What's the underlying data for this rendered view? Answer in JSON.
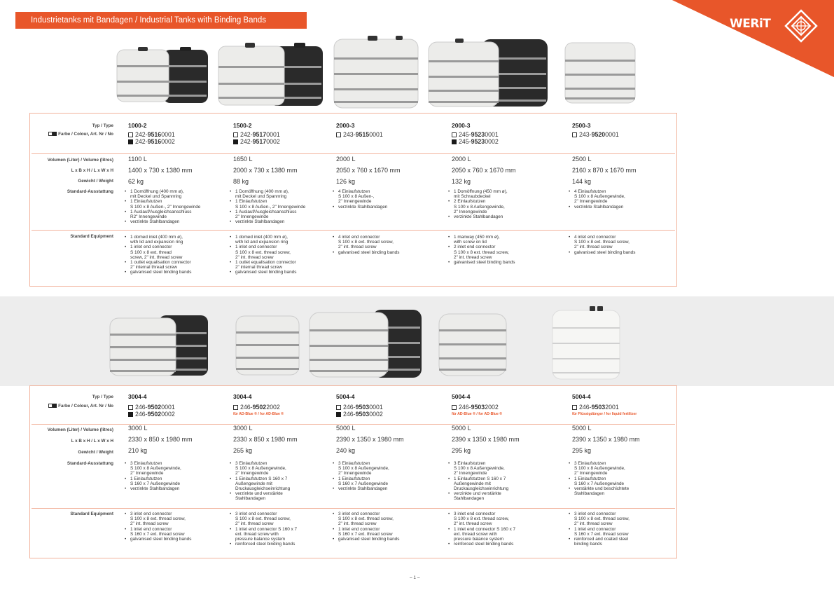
{
  "header": {
    "title": "Industrietanks mit Bandagen / Industrial Tanks with Binding Bands",
    "logo_text": "WERiT",
    "logo_icon": "werit-diamond-icon",
    "colors": {
      "accent": "#e8562a",
      "tank_white": "#ececea",
      "tank_black": "#2a2a2a"
    }
  },
  "labels": {
    "typ": "Typ / Type",
    "farbe": "Farbe / Colour,  Art. Nr / No",
    "volumen": "Volumen (Liter) / Volume (litres)",
    "lbh": "L x B x H / L x W x H",
    "gewicht": "Gewicht / Weight",
    "ausstattung": "Standard-Ausstattung",
    "equipment": "Standard Equipment"
  },
  "section1": [
    {
      "typ": "1000-2",
      "art": [
        {
          "color": "white",
          "pre": "242-",
          "bold": "9516",
          "post": "0001"
        },
        {
          "color": "black",
          "pre": "242-",
          "bold": "9516",
          "post": "0002"
        }
      ],
      "note": "",
      "volume": "1100 L",
      "dims": "1400 x 730 x 1380 mm",
      "weight": "62 kg",
      "ausstattung": [
        {
          "t": "1 Domöffnung (400 mm ø),",
          "b": true
        },
        {
          "t": "mit Deckel und Spannring",
          "b": false
        },
        {
          "t": "1 Einlaufstutzen",
          "b": true
        },
        {
          "t": "S 100 x 8 Außen-, 2\" Innengewinde",
          "b": false
        },
        {
          "t": "1 Auslauf/Ausgleichsanschluss",
          "b": true
        },
        {
          "t": "R2\" Innengewinde",
          "b": false
        },
        {
          "t": "verzinkte Stahlbandagen",
          "b": true
        }
      ],
      "equipment": [
        {
          "t": "1 domed inlet (400 mm ø),",
          "b": true
        },
        {
          "t": "with lid and expansion ring",
          "b": false
        },
        {
          "t": "1 inlet end connector",
          "b": true
        },
        {
          "t": "S 100 x 8 ext. thread",
          "b": false
        },
        {
          "t": "screw,  2\" int. thread screw",
          "b": false
        },
        {
          "t": "1 outlet equalisation connector",
          "b": true
        },
        {
          "t": "2\" internal thread screw",
          "b": false
        },
        {
          "t": "galvanised steel binding bands",
          "b": true
        }
      ]
    },
    {
      "typ": "1500-2",
      "art": [
        {
          "color": "white",
          "pre": "242-",
          "bold": "9517",
          "post": "0001"
        },
        {
          "color": "black",
          "pre": "242-",
          "bold": "9517",
          "post": "0002"
        }
      ],
      "note": "",
      "volume": "1650 L",
      "dims": "2000 x 730 x 1380 mm",
      "weight": "88 kg",
      "ausstattung": [
        {
          "t": "1 Domöffnung (400 mm ø),",
          "b": true
        },
        {
          "t": "mit Deckel und Spannring",
          "b": false
        },
        {
          "t": "1 Einlaufstutzen",
          "b": true
        },
        {
          "t": "S 100 x 8 Außen-, 2\" Innengewinde",
          "b": false
        },
        {
          "t": "1 Auslauf/Ausgleichsanschluss",
          "b": true
        },
        {
          "t": "2\" Innengewinde",
          "b": false
        },
        {
          "t": "verzinkte Stahlbandagen",
          "b": true
        }
      ],
      "equipment": [
        {
          "t": "1 domed inlet (400 mm ø),",
          "b": true
        },
        {
          "t": "with lid and expansion ring",
          "b": false
        },
        {
          "t": "1 inlet end connector",
          "b": true
        },
        {
          "t": "S 100 x 8 ext. thread screw,",
          "b": false
        },
        {
          "t": "2\" int. thread screw",
          "b": false
        },
        {
          "t": "1 outlet equalisation connector",
          "b": true
        },
        {
          "t": "2\" internal thread screw",
          "b": false
        },
        {
          "t": "galvanised steel binding bands",
          "b": true
        }
      ]
    },
    {
      "typ": "2000-3",
      "art": [
        {
          "color": "white",
          "pre": "243-",
          "bold": "9515",
          "post": "0001"
        }
      ],
      "note": "",
      "volume": "2000 L",
      "dims": "2050 x 760 x 1670 mm",
      "weight": "126 kg",
      "ausstattung": [
        {
          "t": "4 Einlaufstutzen",
          "b": true
        },
        {
          "t": "S 100 x 8 Außen-,",
          "b": false
        },
        {
          "t": "2\" Innengewinde",
          "b": false
        },
        {
          "t": "verzinkte Stahlbandagen",
          "b": true
        }
      ],
      "equipment": [
        {
          "t": "4 inlet end connector",
          "b": true
        },
        {
          "t": "S 100 x 8 ext. thread screw,",
          "b": false
        },
        {
          "t": "2\" int. thread screw",
          "b": false
        },
        {
          "t": "galvanised steel binding bands",
          "b": true
        }
      ]
    },
    {
      "typ": "2000-3",
      "art": [
        {
          "color": "white",
          "pre": "245-",
          "bold": "9523",
          "post": "0001"
        },
        {
          "color": "black",
          "pre": "245-",
          "bold": "9523",
          "post": "0002"
        }
      ],
      "note": "",
      "volume": "2000 L",
      "dims": "2050 x 760 x 1670 mm",
      "weight": "132 kg",
      "ausstattung": [
        {
          "t": "1 Domöffnung (450 mm ø),",
          "b": true
        },
        {
          "t": "mit Schraubdeckel",
          "b": false
        },
        {
          "t": "2 Einlaufstutzen",
          "b": true
        },
        {
          "t": "S 100 x 8 Außengewinde,",
          "b": false
        },
        {
          "t": "2\" Innengewinde",
          "b": false
        },
        {
          "t": "verzinkte Stahlbandagen",
          "b": true
        }
      ],
      "equipment": [
        {
          "t": "1 manway (450 mm ø),",
          "b": true
        },
        {
          "t": "with screw on lid",
          "b": false
        },
        {
          "t": "2 inlet end connector",
          "b": true
        },
        {
          "t": "S 100 x 8 ext. thread screw,",
          "b": false
        },
        {
          "t": "2\" int. thread screw",
          "b": false
        },
        {
          "t": "galvanised steel binding bands",
          "b": true
        }
      ]
    },
    {
      "typ": "2500-3",
      "art": [
        {
          "color": "white",
          "pre": "243-",
          "bold": "9520",
          "post": "0001"
        }
      ],
      "note": "",
      "volume": "2500 L",
      "dims": "2160 x 870 x 1670 mm",
      "weight": "144 kg",
      "ausstattung": [
        {
          "t": "4 Einlaufstutzen",
          "b": true
        },
        {
          "t": "S 100 x 8 Außengewinde,",
          "b": false
        },
        {
          "t": "2\" Innengewinde",
          "b": false
        },
        {
          "t": "verzinkte Stahlbandagen",
          "b": true
        }
      ],
      "equipment": [
        {
          "t": "",
          "b": false
        },
        {
          "t": "4 inlet end connector",
          "b": true
        },
        {
          "t": "S 100 x 8 ext. thread screw,",
          "b": false
        },
        {
          "t": "2\" int. thread screw",
          "b": false
        },
        {
          "t": "galvanised steel binding bands",
          "b": true
        }
      ]
    }
  ],
  "section2": [
    {
      "typ": "3004-4",
      "art": [
        {
          "color": "white",
          "pre": "246-",
          "bold": "9502",
          "post": "0001"
        },
        {
          "color": "black",
          "pre": "246-",
          "bold": "9502",
          "post": "0002"
        }
      ],
      "note": "",
      "volume": "3000 L",
      "dims": "2330 x 850 x 1980 mm",
      "weight": "210 kg",
      "ausstattung": [
        {
          "t": "3 Einlaufstutzen",
          "b": true
        },
        {
          "t": "S 100 x 8 Außengewinde,",
          "b": false
        },
        {
          "t": "2\" Innengewinde",
          "b": false
        },
        {
          "t": "1 Einlaufstutzen",
          "b": true
        },
        {
          "t": "S 160 x 7 Außengewinde",
          "b": false
        },
        {
          "t": "verzinkte Stahlbandagen",
          "b": true
        }
      ],
      "equipment": [
        {
          "t": "3 inlet end connector",
          "b": true
        },
        {
          "t": "S 100 x 8 ext. thread screw,",
          "b": false
        },
        {
          "t": "2\" int. thread screw",
          "b": false
        },
        {
          "t": "1 inlet end connector",
          "b": true
        },
        {
          "t": "S 160 x 7 ext. thread screw",
          "b": false
        },
        {
          "t": "galvanised steel binding bands",
          "b": true
        }
      ]
    },
    {
      "typ": "3004-4",
      "art": [
        {
          "color": "white",
          "pre": "246-",
          "bold": "9502",
          "post": "2002"
        }
      ],
      "note": "für AD-Blue ® / for AD-Blue ®",
      "volume": "3000 L",
      "dims": "2330 x 850 x 1980 mm",
      "weight": "265 kg",
      "ausstattung": [
        {
          "t": "3 Einlaufstutzen",
          "b": true
        },
        {
          "t": "S 100 x 8 Außengewinde,",
          "b": false
        },
        {
          "t": "2\" Innengewinde",
          "b": false
        },
        {
          "t": "1 Einlaufstutzen S 160 x 7",
          "b": true
        },
        {
          "t": "Außengewinde mit",
          "b": false
        },
        {
          "t": "Druckausgleichseinrichtung",
          "b": false
        },
        {
          "t": "verzinkte und verstärkte",
          "b": true
        },
        {
          "t": "Stahlbandagen",
          "b": false
        }
      ],
      "equipment": [
        {
          "t": "3 inlet end connector",
          "b": true
        },
        {
          "t": "S 100 x 8 ext. thread screw,",
          "b": false
        },
        {
          "t": "2\" int. thread screw",
          "b": false
        },
        {
          "t": "1 inlet end connector S 160 x 7",
          "b": true
        },
        {
          "t": "ext. thread screw with",
          "b": false
        },
        {
          "t": "pressure balance system",
          "b": false
        },
        {
          "t": "reinforced steel binding bands",
          "b": true
        }
      ]
    },
    {
      "typ": "5004-4",
      "art": [
        {
          "color": "white",
          "pre": "246-",
          "bold": "9503",
          "post": "0001"
        },
        {
          "color": "black",
          "pre": "246-",
          "bold": "9503",
          "post": "0002"
        }
      ],
      "note": "",
      "volume": "5000 L",
      "dims": "2390 x 1350 x 1980 mm",
      "weight": "240 kg",
      "ausstattung": [
        {
          "t": "3 Einlaufstutzen",
          "b": true
        },
        {
          "t": "S 100 x 8 Außengewinde,",
          "b": false
        },
        {
          "t": "2\" Innengewinde",
          "b": false
        },
        {
          "t": "1 Einlaufstutzen",
          "b": true
        },
        {
          "t": "S 160 x 7 Außengewinde",
          "b": false
        },
        {
          "t": "verzinkte Stahlbandagen",
          "b": true
        }
      ],
      "equipment": [
        {
          "t": "3 inlet end connector",
          "b": true
        },
        {
          "t": "S 100 x 8 ext. thread screw,",
          "b": false
        },
        {
          "t": "2\" int. thread screw",
          "b": false
        },
        {
          "t": "1 inlet end connector",
          "b": true
        },
        {
          "t": "S 160 x 7 ext. thread screw",
          "b": false
        },
        {
          "t": "galvanised steel binding bands",
          "b": true
        }
      ]
    },
    {
      "typ": "5004-4",
      "art": [
        {
          "color": "white",
          "pre": "246-",
          "bold": "9503",
          "post": "2002"
        }
      ],
      "note": "für AD-Blue ® / for AD-Blue ®",
      "volume": "5000 L",
      "dims": "2390 x 1350 x 1980 mm",
      "weight": "295 kg",
      "ausstattung": [
        {
          "t": "3 Einlaufstutzen",
          "b": true
        },
        {
          "t": "S 100 x 8 Außengewinde,",
          "b": false
        },
        {
          "t": "2\" Innengewinde",
          "b": false
        },
        {
          "t": "1 Einlaufstutzen S 160 x 7",
          "b": true
        },
        {
          "t": "Außengewinde mit",
          "b": false
        },
        {
          "t": "Druckausgleichseinrichtung",
          "b": false
        },
        {
          "t": "verzinkte und verstärkte",
          "b": true
        },
        {
          "t": "Stahlbandagen",
          "b": false
        }
      ],
      "equipment": [
        {
          "t": "3 inlet end connector",
          "b": true
        },
        {
          "t": "S 100 x 8 ext. thread screw,",
          "b": false
        },
        {
          "t": "2\" int. thread screw",
          "b": false
        },
        {
          "t": "1 inlet end connector S 160 x 7",
          "b": true
        },
        {
          "t": "ext. thread screw with",
          "b": false
        },
        {
          "t": "pressure balance system",
          "b": false
        },
        {
          "t": "reinforced steel binding bands",
          "b": true
        }
      ]
    },
    {
      "typ": "5004-4",
      "art": [
        {
          "color": "white",
          "pre": "246-",
          "bold": "9503",
          "post": "2001"
        }
      ],
      "note": "für Flüssigdünger / for liquid fertilizer",
      "volume": "5000 L",
      "dims": "2390 x 1350 x 1980 mm",
      "weight": "295 kg",
      "ausstattung": [
        {
          "t": "3 Einlaufstutzen",
          "b": true
        },
        {
          "t": "S 100 x 8 Außengewinde,",
          "b": false
        },
        {
          "t": "2\" Innengewinde",
          "b": false
        },
        {
          "t": "1 Einlaufstutzen",
          "b": true
        },
        {
          "t": "S 160 x 7 Außengewinde",
          "b": false
        },
        {
          "t": "verstärkte und beschichtete",
          "b": true
        },
        {
          "t": "Stahlbandagen",
          "b": false
        }
      ],
      "equipment": [
        {
          "t": "3 inlet end connector",
          "b": true
        },
        {
          "t": "S 100 x 8 ext. thread screw,",
          "b": false
        },
        {
          "t": "2\" int. thread screw",
          "b": false
        },
        {
          "t": "1 inlet end connector",
          "b": true
        },
        {
          "t": "S 160 x 7 ext. thread screw",
          "b": false
        },
        {
          "t": "reinforced and coated steel",
          "b": true
        },
        {
          "t": "binding bands",
          "b": false
        }
      ]
    }
  ],
  "page_number": "– 1 –"
}
